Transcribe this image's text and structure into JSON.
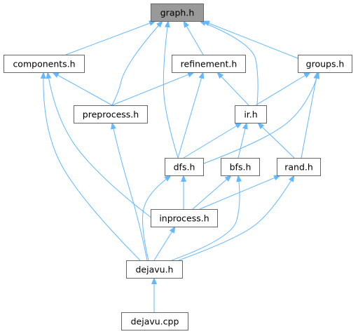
{
  "colors": {
    "edge": "#63b8ff",
    "node_border": "#666666",
    "node_fill": "#ffffff",
    "root_fill": "#999999",
    "text": "#000000"
  },
  "nodes": [
    {
      "id": "graph",
      "label": "graph.h",
      "root": true
    },
    {
      "id": "components",
      "label": "components.h"
    },
    {
      "id": "refinement",
      "label": "refinement.h"
    },
    {
      "id": "groups",
      "label": "groups.h"
    },
    {
      "id": "preprocess",
      "label": "preprocess.h"
    },
    {
      "id": "ir",
      "label": "ir.h"
    },
    {
      "id": "dfs",
      "label": "dfs.h"
    },
    {
      "id": "bfs",
      "label": "bfs.h"
    },
    {
      "id": "rand",
      "label": "rand.h"
    },
    {
      "id": "inprocess",
      "label": "inprocess.h"
    },
    {
      "id": "dejavu",
      "label": "dejavu.h"
    },
    {
      "id": "dejavucpp",
      "label": "dejavu.cpp"
    }
  ],
  "edges": [
    {
      "from": "components",
      "to": "graph"
    },
    {
      "from": "preprocess",
      "to": "graph"
    },
    {
      "from": "dfs",
      "to": "graph"
    },
    {
      "from": "refinement",
      "to": "graph"
    },
    {
      "from": "ir",
      "to": "graph"
    },
    {
      "from": "groups",
      "to": "graph"
    },
    {
      "from": "preprocess",
      "to": "components"
    },
    {
      "from": "inprocess",
      "to": "components"
    },
    {
      "from": "dejavu",
      "to": "components"
    },
    {
      "from": "preprocess",
      "to": "refinement"
    },
    {
      "from": "dfs",
      "to": "refinement"
    },
    {
      "from": "ir",
      "to": "refinement"
    },
    {
      "from": "ir",
      "to": "groups"
    },
    {
      "from": "dfs",
      "to": "groups"
    },
    {
      "from": "rand",
      "to": "groups"
    },
    {
      "from": "dejavu",
      "to": "preprocess"
    },
    {
      "from": "dfs",
      "to": "ir"
    },
    {
      "from": "bfs",
      "to": "ir"
    },
    {
      "from": "rand",
      "to": "ir"
    },
    {
      "from": "inprocess",
      "to": "dfs"
    },
    {
      "from": "dejavu",
      "to": "dfs"
    },
    {
      "from": "inprocess",
      "to": "bfs"
    },
    {
      "from": "dejavu",
      "to": "bfs"
    },
    {
      "from": "inprocess",
      "to": "rand"
    },
    {
      "from": "dejavu",
      "to": "rand"
    },
    {
      "from": "dejavu",
      "to": "inprocess"
    },
    {
      "from": "dejavucpp",
      "to": "dejavu"
    }
  ]
}
